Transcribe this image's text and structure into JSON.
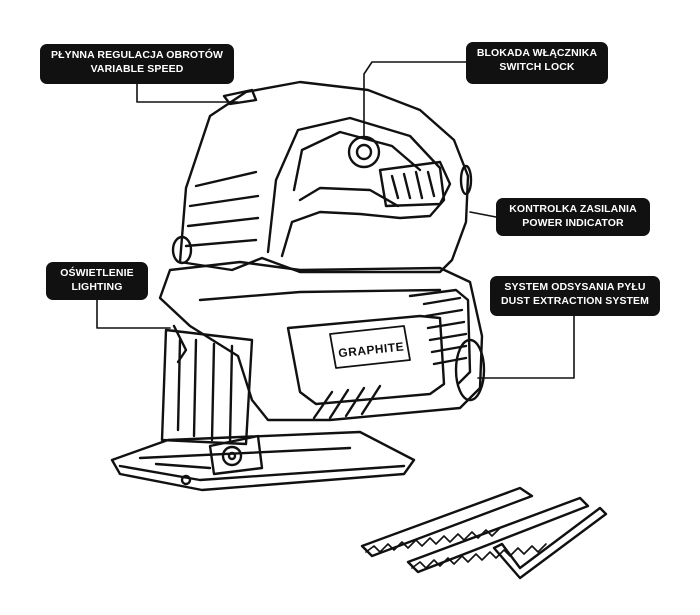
{
  "callouts": {
    "variable_speed": {
      "line1": "PŁYNNA REGULACJA OBROTÓW",
      "line2": "VARIABLE SPEED"
    },
    "switch_lock": {
      "line1": "BLOKADA WŁĄCZNIKA",
      "line2": "SWITCH LOCK"
    },
    "power_indicator": {
      "line1": "KONTROLKA ZASILANIA",
      "line2": "POWER INDICATOR"
    },
    "dust_extraction": {
      "line1": "SYSTEM ODSYSANIA PYŁU",
      "line2": "DUST EXTRACTION SYSTEM"
    },
    "lighting": {
      "line1": "OŚWIETLENIE",
      "line2": "LIGHTING"
    }
  },
  "product": {
    "brand": "GRAPHITE"
  },
  "colors": {
    "callout_bg": "#111111",
    "callout_text": "#ffffff",
    "line_art": "#111111"
  }
}
